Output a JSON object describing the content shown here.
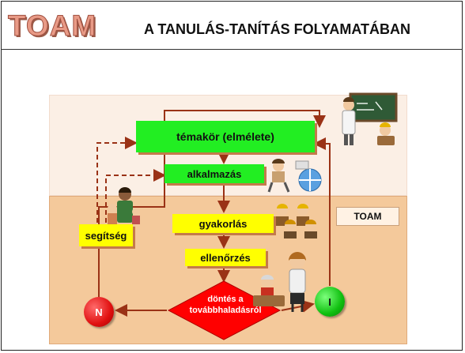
{
  "header": {
    "logo": "TOAM",
    "title": "A TANULÁS-TANÍTÁS FOLYAMATÁBAN"
  },
  "diagram": {
    "nodes": {
      "temakor": "témakör (elmélete)",
      "alkalmazas": "alkalmazás",
      "gyakorlas": "gyakorlás",
      "ellenorzes": "ellenőrzés",
      "segitseg": "segítség",
      "toam_label": "TOAM",
      "dontes_line1": "döntés a",
      "dontes_line2": "továbbhaladásról",
      "n_circle": "N",
      "i_circle": "I"
    },
    "colors": {
      "arrow": "#9a3216",
      "green_box": "#22ee22",
      "yellow_box": "#ffff00",
      "decision": "#ff0000",
      "top_region": "#fbefe5",
      "bottom_region": "#f4c99b"
    },
    "illustrations": [
      "teacher-at-blackboard",
      "student-with-ball",
      "teacher-with-students",
      "group-of-students",
      "woman-presenter",
      "person-at-desk"
    ]
  }
}
